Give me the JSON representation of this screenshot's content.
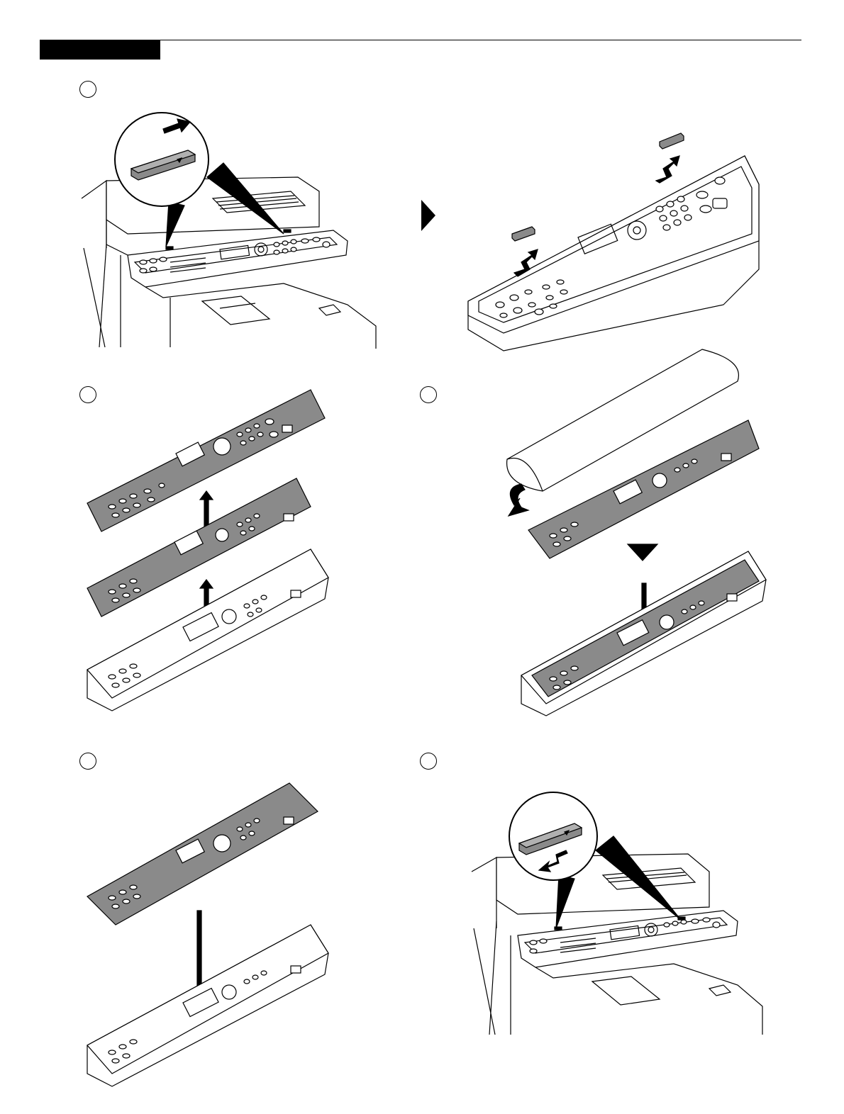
{
  "header": {},
  "steps": [
    {
      "marker": "step-1-marker"
    },
    {
      "marker": "step-2-marker"
    },
    {
      "marker": "step-3-marker"
    },
    {
      "marker": "step-4-marker"
    },
    {
      "marker": "step-5-marker"
    }
  ],
  "colors": {
    "ink": "#000000",
    "overlay_gray": "#8a8a8a",
    "key_white": "#ffffff"
  }
}
